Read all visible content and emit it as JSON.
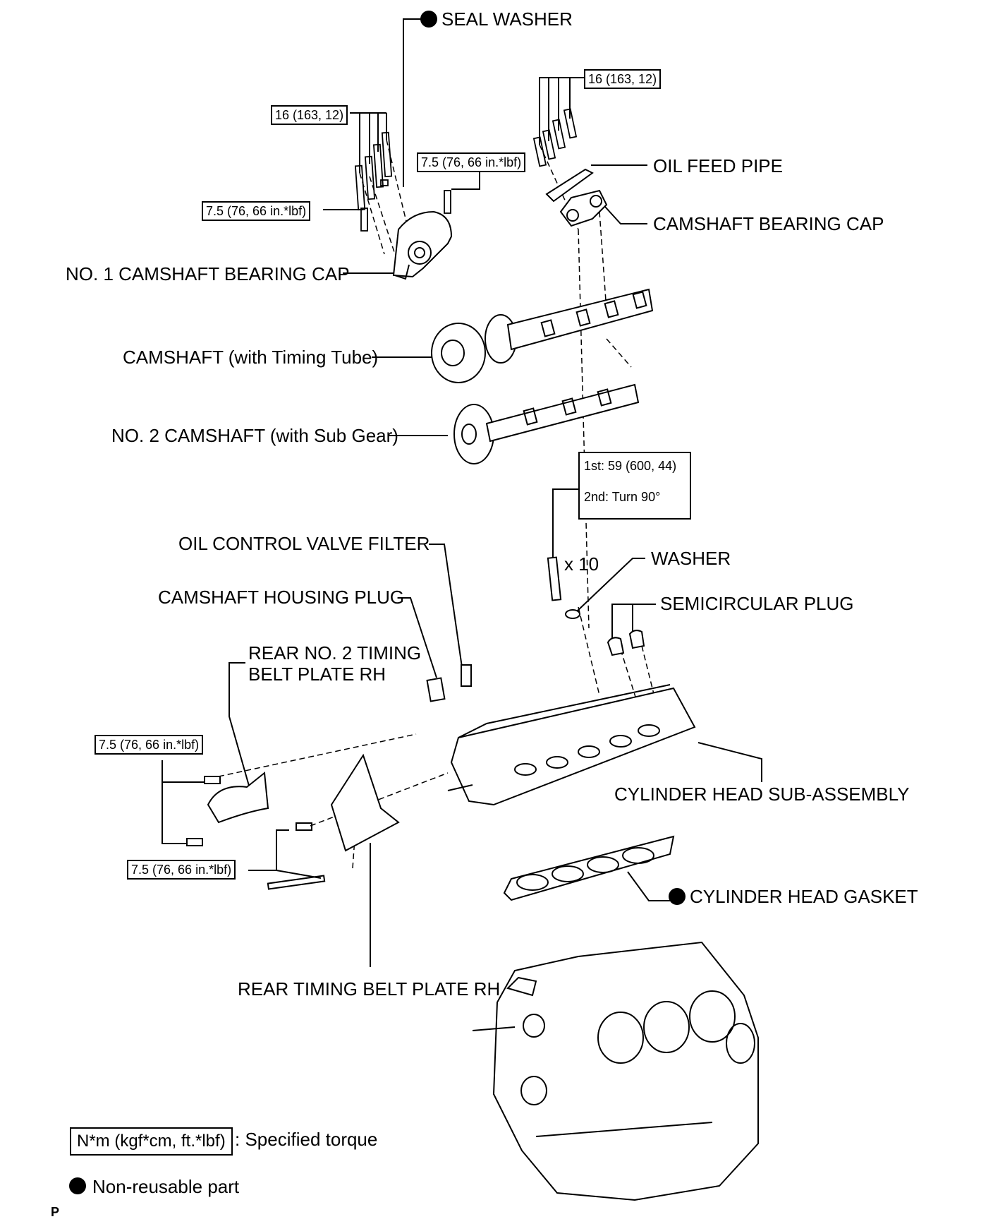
{
  "labels": {
    "seal_washer": "SEAL WASHER",
    "oil_feed_pipe": "OIL FEED PIPE",
    "camshaft_bearing_cap": "CAMSHAFT BEARING CAP",
    "no1_camshaft_bearing_cap": "NO. 1 CAMSHAFT BEARING CAP",
    "camshaft_with_timing_tube": "CAMSHAFT (with Timing Tube)",
    "no2_camshaft_with_sub_gear": "NO. 2 CAMSHAFT (with Sub Gear)",
    "oil_control_valve_filter": "OIL CONTROL VALVE FILTER",
    "washer": "WASHER",
    "camshaft_housing_plug": "CAMSHAFT HOUSING PLUG",
    "semicircular_plug": "SEMICIRCULAR PLUG",
    "rear_no2_timing_belt_plate_rh_line1": "REAR NO. 2 TIMING",
    "rear_no2_timing_belt_plate_rh_line2": "BELT PLATE RH",
    "cylinder_head_sub_assembly": "CYLINDER HEAD SUB-ASSEMBLY",
    "cylinder_head_gasket": "CYLINDER HEAD GASKET",
    "rear_timing_belt_plate_rh": "REAR TIMING BELT PLATE RH",
    "bolt_count": "x 10"
  },
  "torques": {
    "t16_left": "16 (163, 12)",
    "t16_right": "16 (163, 12)",
    "t75_a": "7.5 (76, 66 in.*lbf)",
    "t75_b": "7.5 (76, 66 in.*lbf)",
    "t75_c": "7.5 (76, 66 in.*lbf)",
    "t75_d": "7.5 (76, 66 in.*lbf)",
    "head_bolt_first": "1st: 59 (600, 44)",
    "head_bolt_second": "2nd: Turn 90°"
  },
  "legend": {
    "torque_unit": "N*m (kgf*cm, ft.*lbf)",
    "torque_desc": ": Specified torque",
    "nonreusable_desc": "Non-reusable part"
  },
  "footer_mark": "P"
}
